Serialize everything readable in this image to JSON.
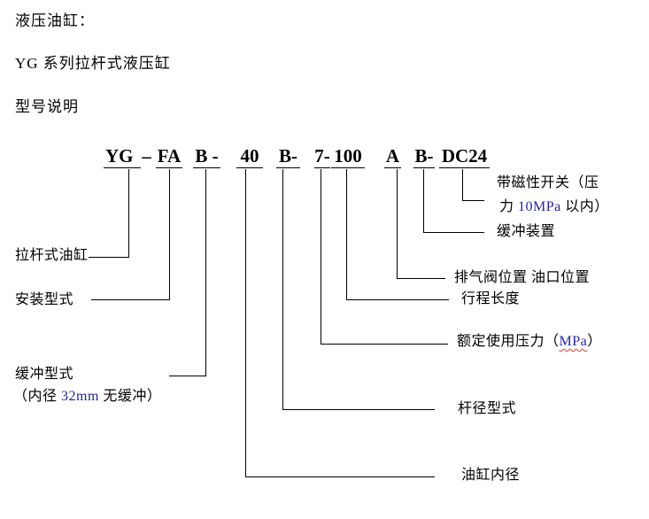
{
  "colors": {
    "ink": "#000000",
    "background": "#ffffff",
    "latin_blue": "#25259c",
    "spellcheck_red": "#e53935"
  },
  "header": {
    "line1": "液压油缸：",
    "line2": "YG 系列拉杆式液压缸",
    "line3": "型号说明"
  },
  "model_code": {
    "segments": [
      {
        "text": "YG"
      },
      {
        "text": "–"
      },
      {
        "text": "FA"
      },
      {
        "text": "B -"
      },
      {
        "text": "40"
      },
      {
        "text": "B-"
      },
      {
        "text": "7-"
      },
      {
        "text": "100"
      },
      {
        "text": "A"
      },
      {
        "text": "B-"
      },
      {
        "text": "DC24"
      }
    ]
  },
  "callouts": {
    "tie_rod_cylinder": {
      "label": "拉杆式油缸"
    },
    "mounting_type": {
      "label": "安装型式"
    },
    "cushion_type": {
      "label": "缓冲型式",
      "note_pre": "（内径 ",
      "note_code": "32mm",
      "note_post": " 无缓冲）"
    },
    "magnetic_switch": {
      "line1": "带磁性开关（压",
      "line2_pre": "力 ",
      "line2_code": "10MPa",
      "line2_post": " 以内）"
    },
    "cushion_device": {
      "label": "缓冲装置"
    },
    "port_positions": {
      "label": "排气阀位置 油口位置"
    },
    "stroke_length": {
      "label": "行程长度"
    },
    "rated_pressure": {
      "pre": "额定使用压力（",
      "unit": "MPa",
      "post": "）"
    },
    "rod_type": {
      "label": "杆径型式"
    },
    "bore": {
      "label": "油缸内径"
    }
  }
}
